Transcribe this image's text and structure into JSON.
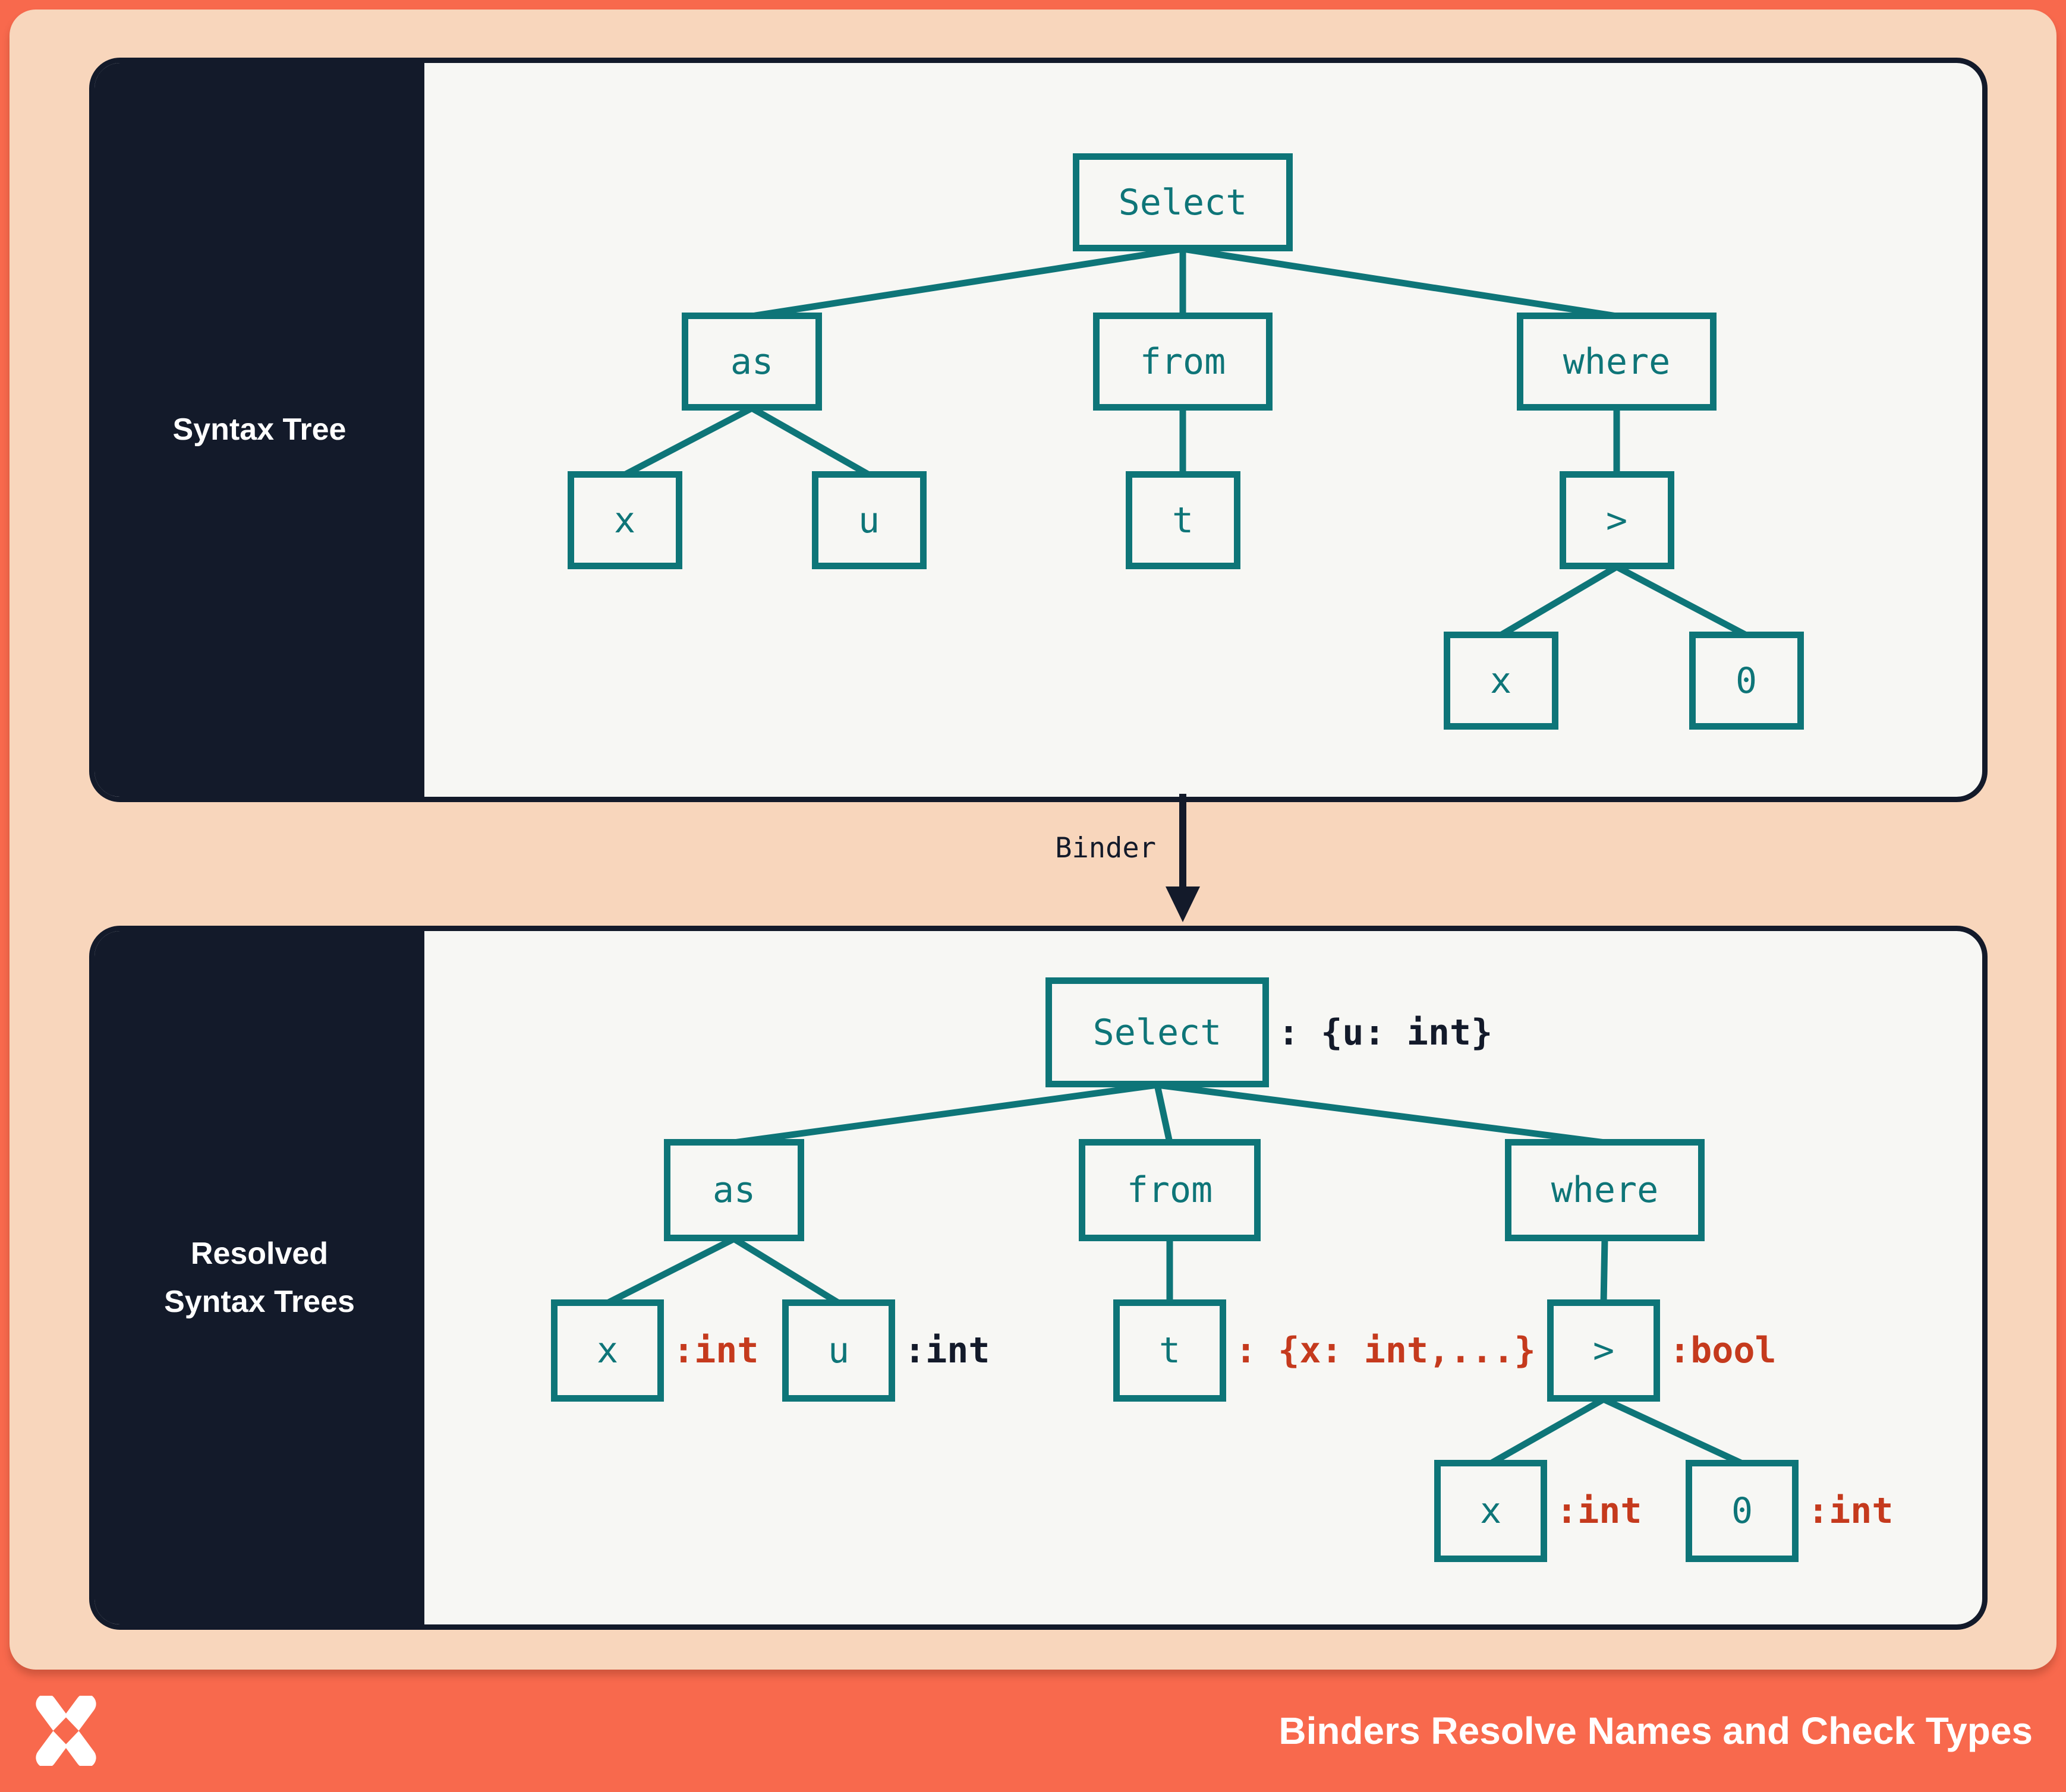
{
  "colors": {
    "orange": "#f8694d",
    "peach": "#f8d6bc",
    "panel_bg": "#f7f7f4",
    "ink": "#131a2a",
    "teal": "#0e7578",
    "red": "#c53a1d",
    "white": "#ffffff"
  },
  "panels": {
    "syntax": {
      "title": "Syntax Tree"
    },
    "resolved": {
      "title": "Resolved\nSyntax Trees"
    }
  },
  "binder": {
    "label": "Binder"
  },
  "footer": {
    "title": "Binders Resolve Names and Check Types",
    "logo": "x-cross-logo"
  },
  "trees": {
    "syntax": {
      "nodes": [
        {
          "id": "select",
          "label": "Select"
        },
        {
          "id": "as",
          "label": "as"
        },
        {
          "id": "from",
          "label": "from"
        },
        {
          "id": "where",
          "label": "where"
        },
        {
          "id": "as-x",
          "label": "x"
        },
        {
          "id": "as-u",
          "label": "u"
        },
        {
          "id": "from-t",
          "label": "t"
        },
        {
          "id": "where-gt",
          "label": ">"
        },
        {
          "id": "gt-x",
          "label": "x"
        },
        {
          "id": "gt-zero",
          "label": "0"
        }
      ]
    },
    "resolved": {
      "nodes": [
        {
          "id": "select",
          "label": "Select",
          "annotation": ": {u: int}",
          "annotation_color": "ink"
        },
        {
          "id": "as",
          "label": "as"
        },
        {
          "id": "from",
          "label": "from"
        },
        {
          "id": "where",
          "label": "where"
        },
        {
          "id": "as-x",
          "label": "x",
          "annotation": ":int",
          "annotation_color": "red"
        },
        {
          "id": "as-u",
          "label": "u",
          "annotation": ":int",
          "annotation_color": "ink"
        },
        {
          "id": "from-t",
          "label": "t",
          "annotation": ": {x: int,...}",
          "annotation_color": "red"
        },
        {
          "id": "where-gt",
          "label": ">",
          "annotation": ":bool",
          "annotation_color": "red"
        },
        {
          "id": "gt-x",
          "label": "x",
          "annotation": ":int",
          "annotation_color": "red"
        },
        {
          "id": "gt-zero",
          "label": "0",
          "annotation": ":int",
          "annotation_color": "red"
        }
      ]
    }
  }
}
